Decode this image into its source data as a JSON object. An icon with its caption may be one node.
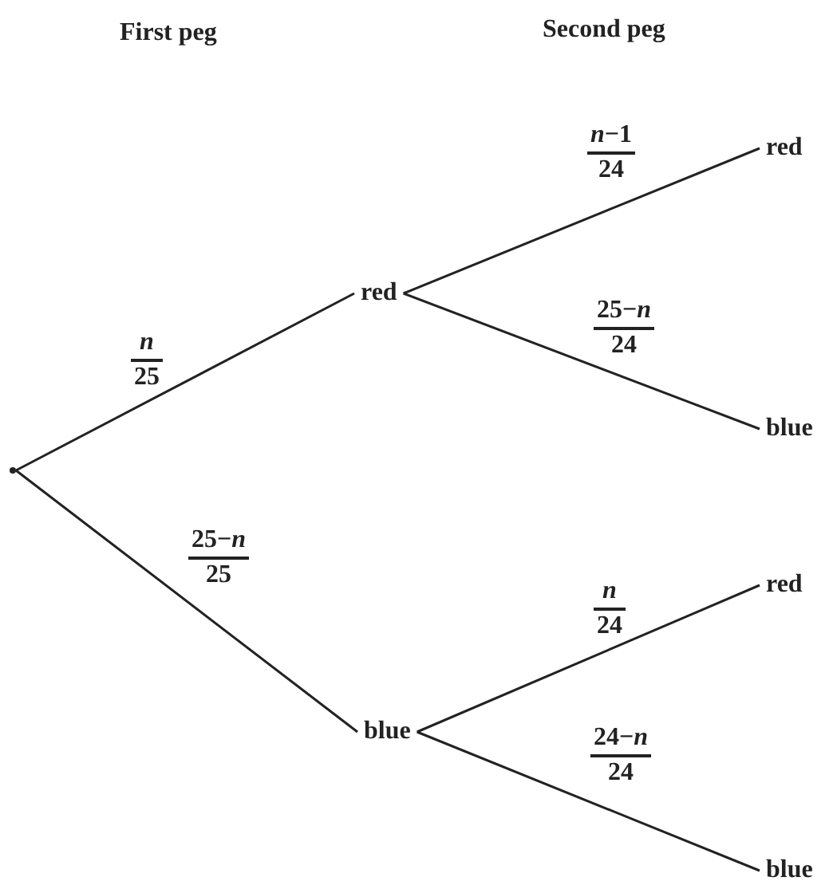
{
  "diagram": {
    "nodes": [
      {
        "text": [],
        "shape": "point"
      },
      {
        "text": [
          "red"
        ]
      },
      {
        "text": [
          "blue"
        ]
      },
      {
        "text": [
          "red"
        ]
      },
      {
        "text": [
          "blue"
        ]
      },
      {
        "text": [
          "red"
        ]
      },
      {
        "text": [
          "blue"
        ]
      }
    ],
    "edges": [
      {
        "from": 0,
        "to": 1,
        "arrow": "none",
        "label": "*n*/25"
      },
      {
        "from": 0,
        "to": 2,
        "arrow": "none",
        "label": "25−*n*/25"
      },
      {
        "from": 1,
        "to": 3,
        "arrow": "none",
        "label": "*n*−1/24"
      },
      {
        "from": 1,
        "to": 4,
        "arrow": "none",
        "label": "25−*n*/24"
      },
      {
        "from": 2,
        "to": 5,
        "arrow": "none",
        "label": "*n*/24"
      },
      {
        "from": 2,
        "to": 6,
        "arrow": "none",
        "label": "24−*n*/24"
      }
    ],
    "labels": [
      "First peg",
      "Second peg"
    ]
  }
}
